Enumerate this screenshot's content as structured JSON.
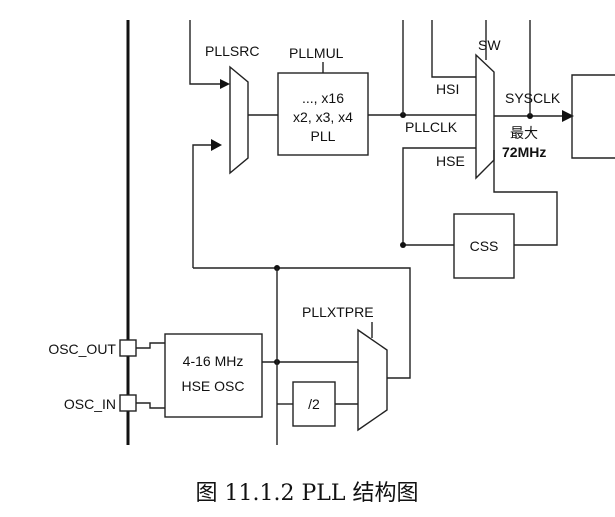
{
  "diagram": {
    "labels": {
      "pllsrc": "PLLSRC",
      "pllmul": "PLLMUL",
      "sw": "SW",
      "hsi": "HSI",
      "sysclk": "SYSCLK",
      "pllclk": "PLLCLK",
      "hse": "HSE",
      "max_label": "最大",
      "max_freq": "72MHz",
      "css": "CSS",
      "pllxtpre": "PLLXTPRE",
      "osc_out": "OSC_OUT",
      "osc_in": "OSC_IN",
      "div2": "/2"
    },
    "pll_block": {
      "line1": "..., x16",
      "line2": "x2, x3, x4",
      "line3": "PLL"
    },
    "hse_osc": {
      "line1": "4-16 MHz",
      "line2": "HSE OSC"
    }
  },
  "caption": "图 11.1.2 PLL 结构图"
}
